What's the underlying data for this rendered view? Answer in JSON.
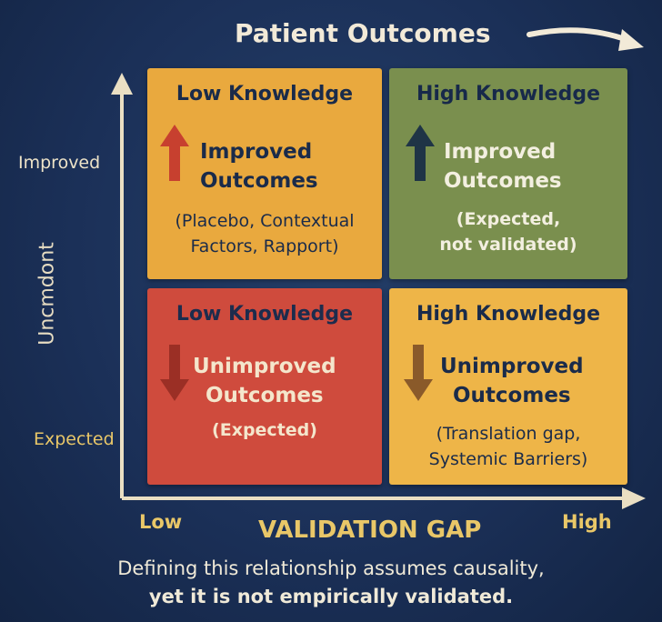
{
  "title": "Patient Outcomes",
  "y_axis": {
    "title": "Uncmdont",
    "top_label": "Improved",
    "bottom_label": "Expected"
  },
  "x_axis": {
    "title": "VALIDATION GAP",
    "low_label": "Low",
    "high_label": "High"
  },
  "quadrants": {
    "top_left": {
      "heading": "Low Knowledge",
      "main_line1": "Improved",
      "main_line2": "Outcomes",
      "note_line1": "(Placebo, Contextual",
      "note_line2": "Factors, Rapport)",
      "color": "#e9a93e",
      "arrow": "up-arrow-red"
    },
    "top_right": {
      "heading": "High Knowledge",
      "main_line1": "Improved",
      "main_line2": "Outcomes",
      "note_line1": "(Expected,",
      "note_line2": "not validated)",
      "color": "#7a8f4e",
      "arrow": "up-arrow-dark"
    },
    "bottom_left": {
      "heading": "Low Knowledge",
      "main_line1": "Unimproved",
      "main_line2": "Outcomes",
      "note_line1": "(Expected)",
      "color": "#cf4b3d",
      "arrow": "down-arrow-red"
    },
    "bottom_right": {
      "heading": "High Knowledge",
      "main_line1": "Unimproved",
      "main_line2": "Outcomes",
      "note_line1": "(Translation gap,",
      "note_line2": "Systemic Barriers)",
      "color": "#eeb548",
      "arrow": "down-arrow-brown"
    }
  },
  "footer": {
    "line1": "Defining this relationship assumes causality,",
    "line2": "yet it is not empirically validated."
  }
}
